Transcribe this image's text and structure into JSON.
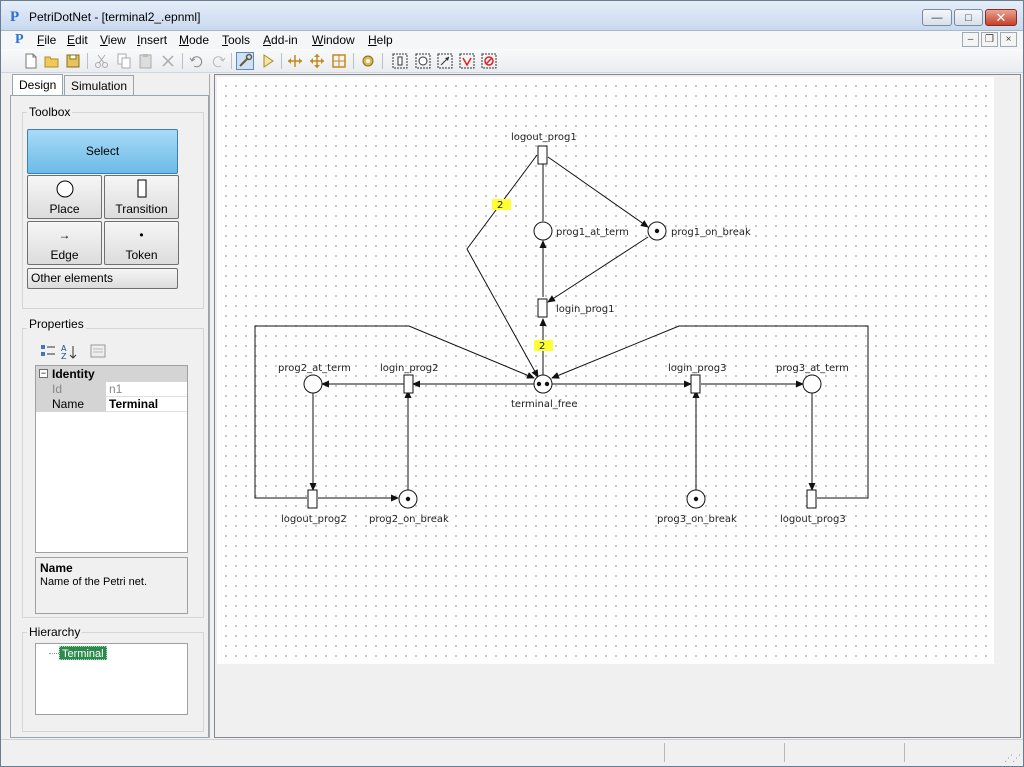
{
  "window": {
    "title": "PetriDotNet - [terminal2_.epnml]",
    "app_logo": "P",
    "controls": {
      "minimize": "—",
      "maximize": "□",
      "close": "✕"
    }
  },
  "menu": {
    "items": [
      "File",
      "Edit",
      "View",
      "Insert",
      "Mode",
      "Tools",
      "Add-in",
      "Window",
      "Help"
    ],
    "mdi_controls": {
      "minimize": "–",
      "restore": "❐",
      "close": "×"
    }
  },
  "toolbar": {
    "buttons": [
      "new-document-icon",
      "open-folder-icon",
      "save-icon",
      "cut-icon",
      "copy-icon",
      "paste-icon",
      "delete-icon",
      "undo-icon",
      "redo-icon",
      "design-mode-icon",
      "run-icon",
      "move-horizontal-icon",
      "move-all-icon",
      "fit-view-icon",
      "settings-icon",
      "select-transition-icon",
      "select-place-icon",
      "select-arc-icon",
      "select-deadlock-icon",
      "select-cancel-icon"
    ],
    "active": "design-mode-icon"
  },
  "left_panel": {
    "tabs": [
      {
        "label": "Design",
        "active": true
      },
      {
        "label": "Simulation",
        "active": false
      }
    ],
    "toolbox": {
      "title": "Toolbox",
      "select_label": "Select",
      "tools": [
        {
          "label": "Place",
          "icon": "circle-icon"
        },
        {
          "label": "Transition",
          "icon": "rectangle-icon"
        },
        {
          "label": "Edge",
          "icon": "arrow-right-icon",
          "glyph": "→"
        },
        {
          "label": "Token",
          "icon": "dot-icon",
          "glyph": "•"
        }
      ],
      "other_label": "Other elements"
    },
    "properties": {
      "title": "Properties",
      "category": "Identity",
      "collapse_glyph": "−",
      "rows": [
        {
          "key": "Id",
          "value": "n1"
        },
        {
          "key": "Name",
          "value": "Terminal"
        }
      ],
      "description_title": "Name",
      "description_text": "Name of the Petri net."
    },
    "hierarchy": {
      "title": "Hierarchy",
      "nodes": [
        "Terminal"
      ]
    }
  },
  "petri_net": {
    "places": [
      {
        "name": "prog1_at_term",
        "tokens": 0
      },
      {
        "name": "prog1_on_break",
        "tokens": 1
      },
      {
        "name": "terminal_free",
        "tokens": 2
      },
      {
        "name": "prog2_at_term",
        "tokens": 0
      },
      {
        "name": "prog2_on_break",
        "tokens": 1
      },
      {
        "name": "prog3_at_term",
        "tokens": 0
      },
      {
        "name": "prog3_on_break",
        "tokens": 1
      }
    ],
    "transitions": [
      "logout_prog1",
      "login_prog1",
      "login_prog2",
      "logout_prog2",
      "login_prog3",
      "logout_prog3"
    ],
    "arc_weights": [
      "2",
      "2"
    ]
  },
  "colors": {
    "select_button": "#6bbbe8",
    "hierarchy_selected": "#2d8a4d",
    "weight_label_bg": "#ffff33"
  }
}
